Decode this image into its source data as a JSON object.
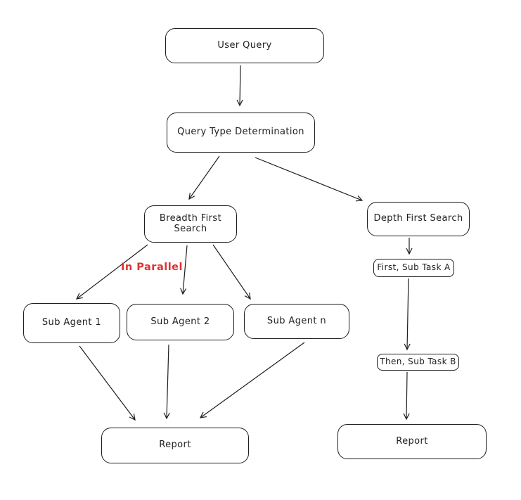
{
  "diagram": {
    "type": "flowchart",
    "style": "hand-drawn",
    "colors": {
      "stroke": "#1e1e1e",
      "background": "#ffffff",
      "annotation_red": "#e03131"
    },
    "nodes": {
      "user_query": {
        "label": "User Query"
      },
      "query_type": {
        "label": "Query Type Determination"
      },
      "bfs": {
        "label": "Breadth First Search"
      },
      "dfs": {
        "label": "Depth First Search"
      },
      "sub_agent_1": {
        "label": "Sub Agent 1"
      },
      "sub_agent_2": {
        "label": "Sub Agent 2"
      },
      "sub_agent_n": {
        "label": "Sub Agent n"
      },
      "report_left": {
        "label": "Report"
      },
      "first_task": {
        "label": "First, Sub Task A"
      },
      "then_task": {
        "label": "Then, Sub Task B"
      },
      "report_right": {
        "label": "Report"
      }
    },
    "annotations": {
      "in_parallel": {
        "label": "In Parallel",
        "color": "#e03131"
      }
    },
    "edges": [
      {
        "from": "user_query",
        "to": "query_type"
      },
      {
        "from": "query_type",
        "to": "bfs"
      },
      {
        "from": "query_type",
        "to": "dfs"
      },
      {
        "from": "bfs",
        "to": "sub_agent_1",
        "group_label": "In Parallel"
      },
      {
        "from": "bfs",
        "to": "sub_agent_2",
        "group_label": "In Parallel"
      },
      {
        "from": "bfs",
        "to": "sub_agent_n",
        "group_label": "In Parallel"
      },
      {
        "from": "sub_agent_1",
        "to": "report_left"
      },
      {
        "from": "sub_agent_2",
        "to": "report_left"
      },
      {
        "from": "sub_agent_n",
        "to": "report_left"
      },
      {
        "from": "dfs",
        "to": "first_task"
      },
      {
        "from": "first_task",
        "to": "then_task"
      },
      {
        "from": "then_task",
        "to": "report_right"
      }
    ]
  }
}
